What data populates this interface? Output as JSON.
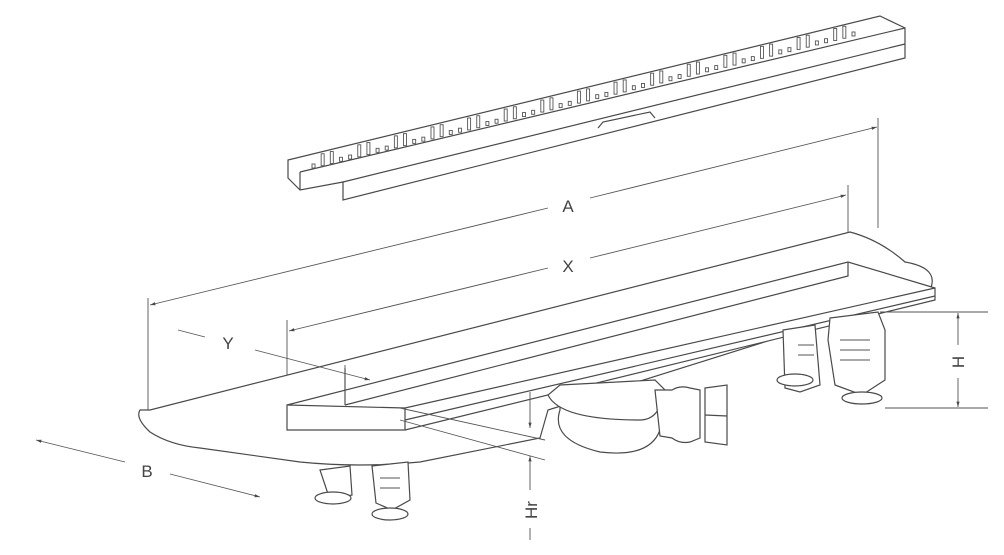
{
  "diagram": {
    "labels": {
      "A": "A",
      "X": "X",
      "Y": "Y",
      "B": "B",
      "H": "H",
      "Hr": "Hr"
    },
    "line_color": "#4a4a4a"
  }
}
